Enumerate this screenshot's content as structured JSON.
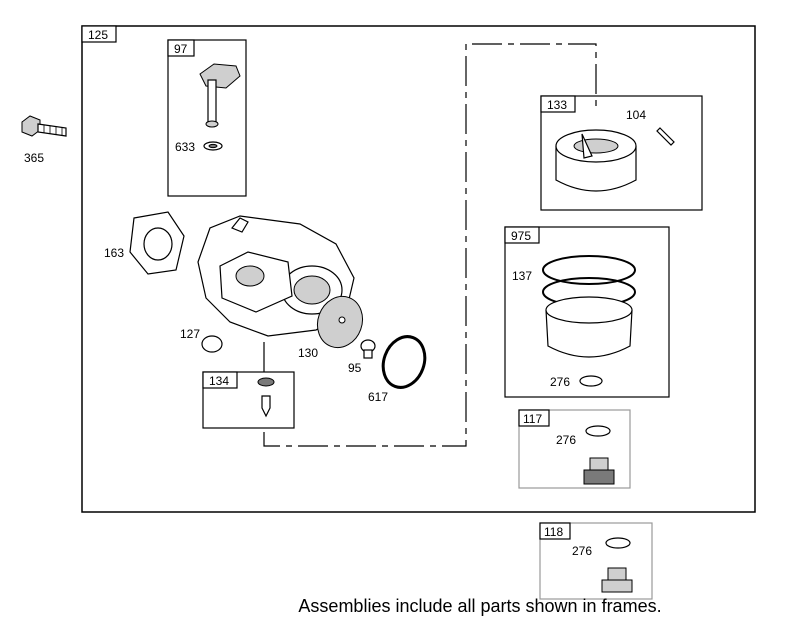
{
  "diagram": {
    "frames": {
      "main": "125",
      "f97": "97",
      "f133": "133",
      "f975": "975",
      "f134": "134",
      "f117": "117",
      "f118": "118"
    },
    "callouts": {
      "c365": "365",
      "c633": "633",
      "c104": "104",
      "c163": "163",
      "c127": "127",
      "c130": "130",
      "c95": "95",
      "c617": "617",
      "c137": "137",
      "c276a": "276",
      "c276b": "276",
      "c276c": "276"
    },
    "caption": "Assemblies include all parts shown in frames."
  }
}
